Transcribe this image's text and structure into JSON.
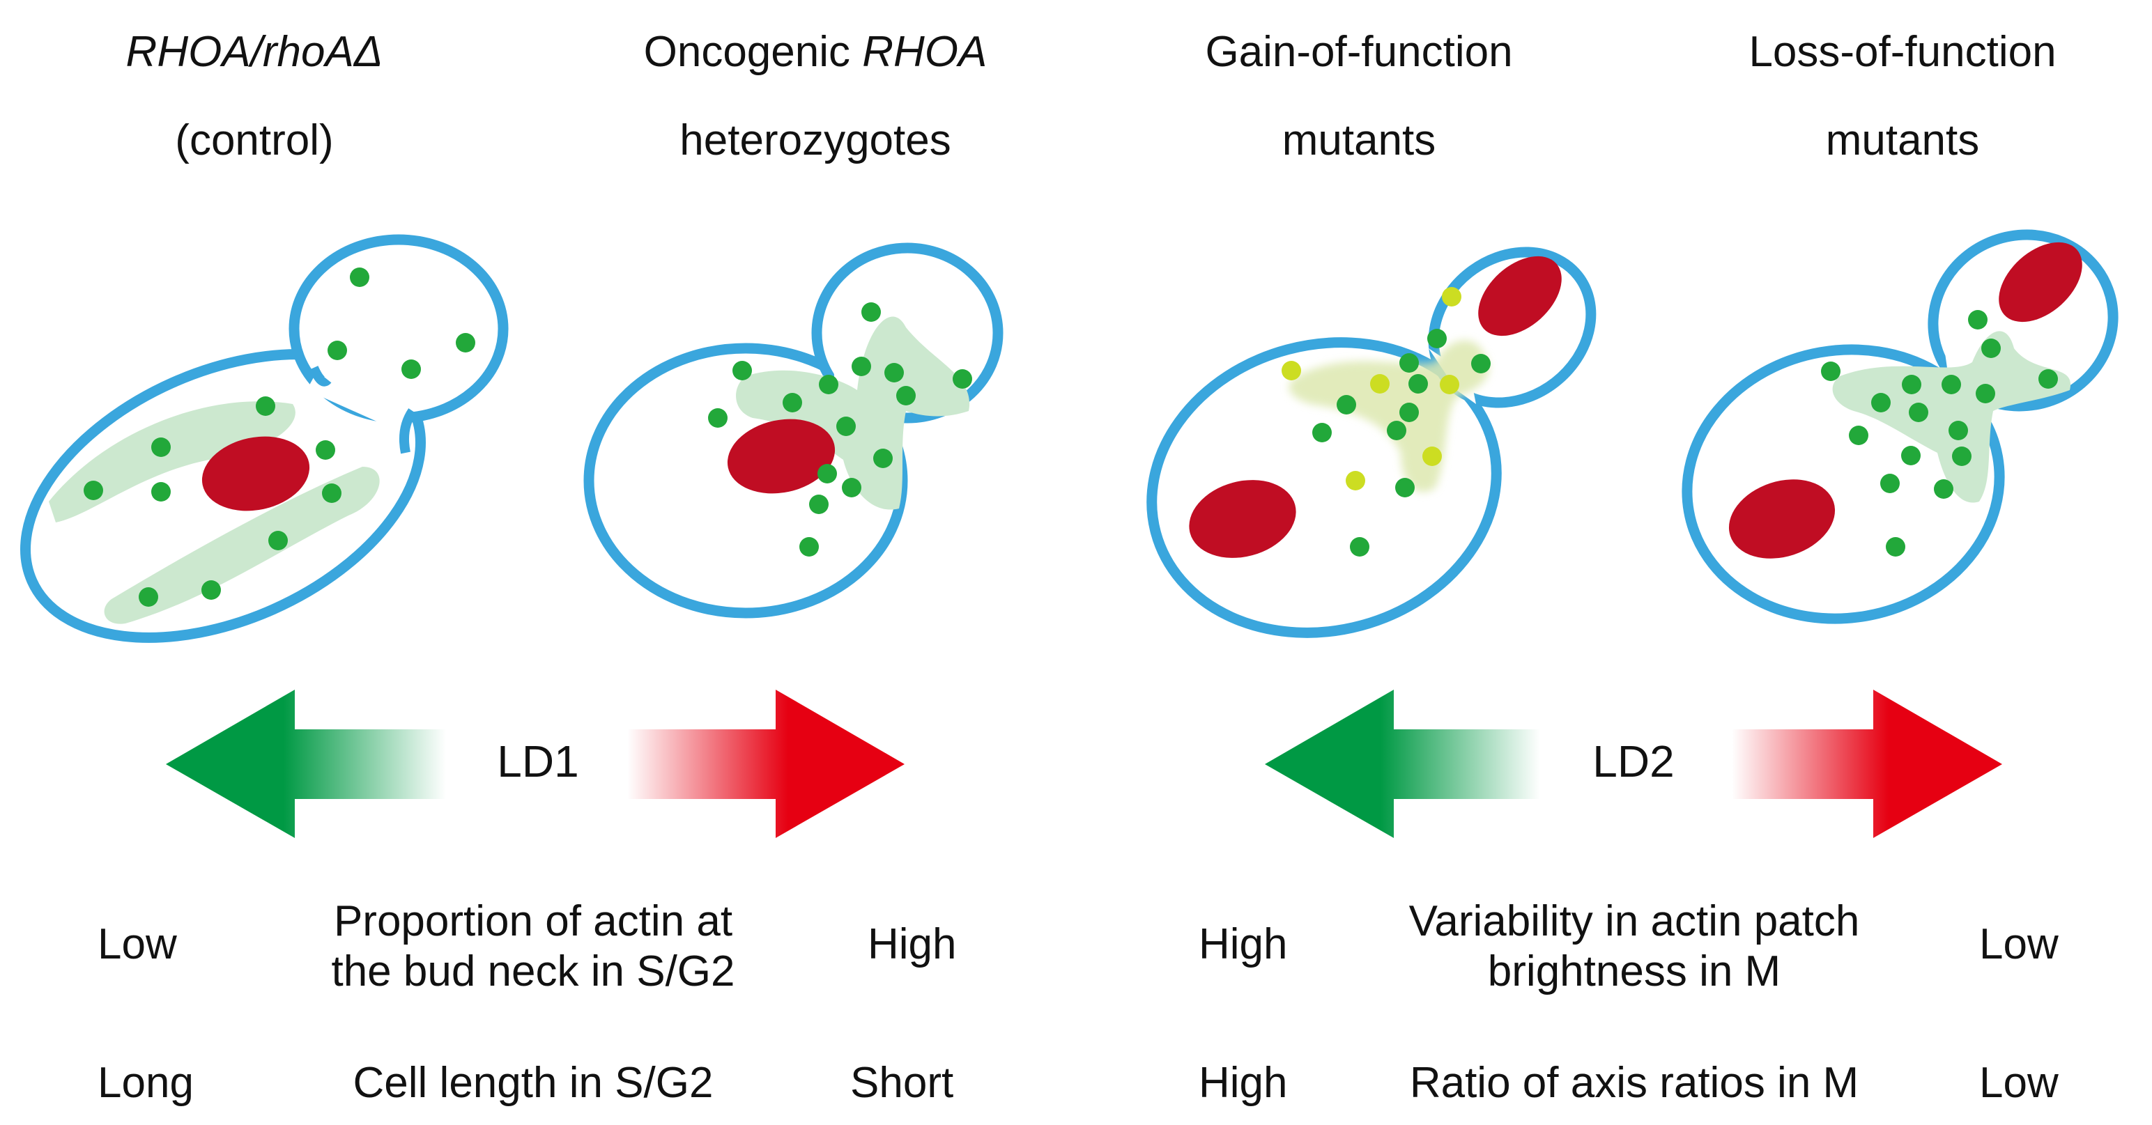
{
  "panels": [
    {
      "title_line1": "RHOA/rhoAΔ",
      "title_line2": "(control)"
    },
    {
      "title_line1_prefix": "Oncogenic ",
      "title_line1_italic": "RHOA",
      "title_line2": "heterozygotes"
    },
    {
      "title_line1": "Gain-of-function",
      "title_line2": "mutants"
    },
    {
      "title_line1": "Loss-of-function",
      "title_line2": "mutants"
    }
  ],
  "axes": [
    {
      "label": "LD1",
      "left_color": "#009944",
      "right_color": "#e60012"
    },
    {
      "label": "LD2",
      "left_color": "#009944",
      "right_color": "#e60012"
    }
  ],
  "features": {
    "ld1": [
      {
        "left": "Low",
        "text_line1": "Proportion of actin at",
        "text_line2": "the bud neck in S/G2",
        "right": "High"
      },
      {
        "left": "Long",
        "text_line1": "Cell length in S/G2",
        "right": "Short"
      }
    ],
    "ld2": [
      {
        "left": "High",
        "text_line1": "Variability in actin patch",
        "text_line2": "brightness in M",
        "right": "Low"
      },
      {
        "left": "High",
        "text_line1": "Ratio of axis ratios in M",
        "right": "Low"
      }
    ]
  },
  "colors": {
    "cell_wall": "#3aa6dd",
    "nucleus": "#c00d23",
    "actin_patch": "#22a83a",
    "actin_region": "#cce8cf",
    "bright_patch": "#ccdd22"
  }
}
